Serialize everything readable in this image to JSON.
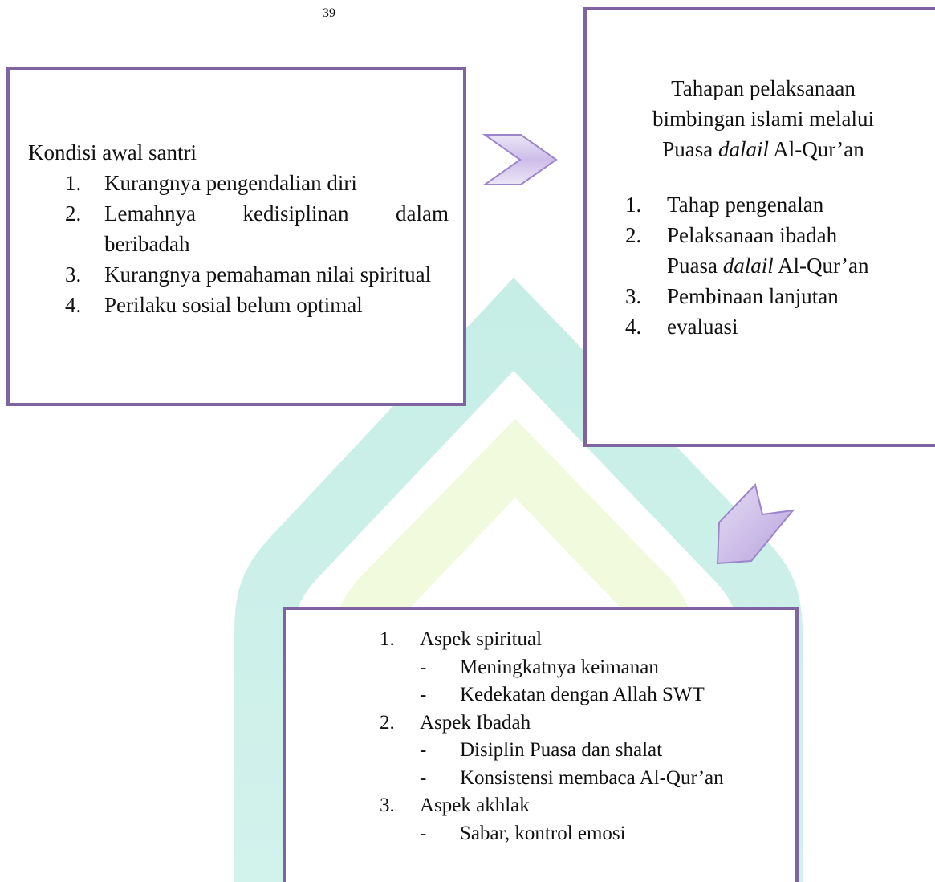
{
  "page_number": "39",
  "colors": {
    "box_border": "#8064a2",
    "arrow_fill_light": "#ece6f7",
    "arrow_fill_dark": "#b8a3de",
    "arrow_stroke": "#9c86c9",
    "watermark_outer": "#c6eee6",
    "watermark_inner": "#f1fadc"
  },
  "kondisi": {
    "title": "Kondisi awal santri",
    "items": [
      {
        "num": "1.",
        "text": "Kurangnya pengendalian diri"
      },
      {
        "num": "2.",
        "text": "Lemahnya kedisiplinan dalam beribadah"
      },
      {
        "num": "3.",
        "text": "Kurangnya pemahaman nilai spiritual"
      },
      {
        "num": "4.",
        "text": "Perilaku sosial belum optimal"
      }
    ]
  },
  "tahapan": {
    "title_line1": "Tahapan pelaksanaan",
    "title_line2": "bimbingan islami melalui",
    "title_line3_before": "Puasa ",
    "title_line3_italic": "dalail",
    "title_line3_after": " Al-Qur’an",
    "items": [
      {
        "num": "1.",
        "text": "Tahap pengenalan"
      },
      {
        "num": "2.",
        "line1": "Pelaksanaan ibadah",
        "line2_before": "Puasa ",
        "line2_italic": "dalail",
        "line2_after": " Al-Qur’an"
      },
      {
        "num": "3.",
        "text": "Pembinaan lanjutan"
      },
      {
        "num": "4.",
        "text": "evaluasi"
      }
    ]
  },
  "hasil": {
    "groups": [
      {
        "num": "1.",
        "label": "Aspek spiritual",
        "dash": "-",
        "items": [
          "Meningkatnya keimanan",
          "Kedekatan dengan Allah SWT"
        ]
      },
      {
        "num": "2.",
        "label": "Aspek Ibadah",
        "dash": "-",
        "items": [
          "Disiplin Puasa dan shalat",
          "Konsistensi membaca Al-Qur’an"
        ]
      },
      {
        "num": "3.",
        "label": "Aspek akhlak",
        "dash": "-",
        "items": [
          "Sabar, kontrol emosi"
        ]
      }
    ]
  }
}
